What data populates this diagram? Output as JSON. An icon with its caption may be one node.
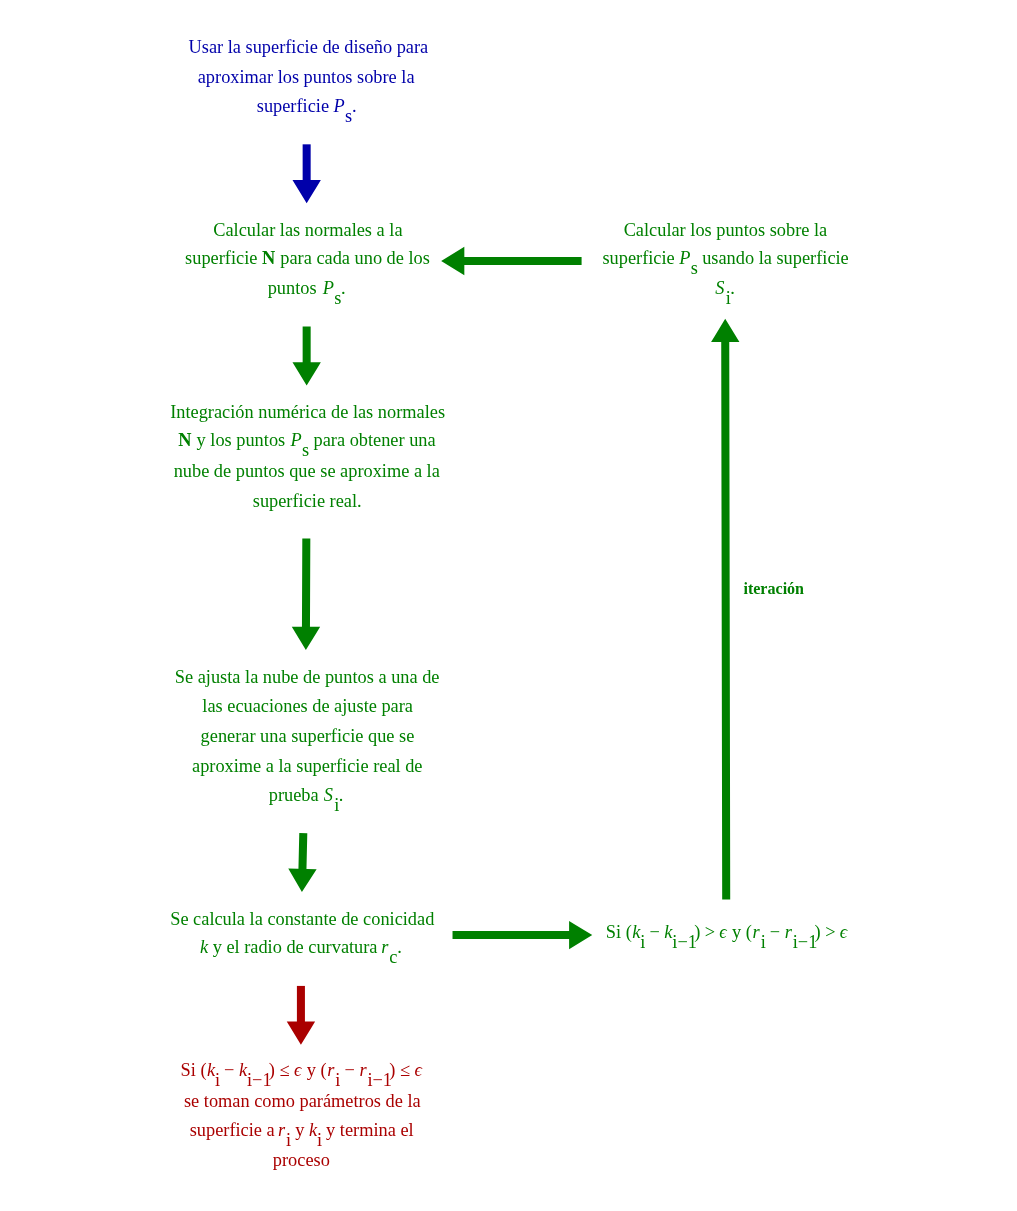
{
  "diagram": {
    "nodes": [
      {
        "text": [
          "Usar la superficie de diseño para aproximar los puntos sobre la superficie *P*$_{s}$."
        ]
      },
      {
        "text": [
          "Calcular las normales a la superficie **N** para cada uno de los puntos *P*$_{s}$."
        ]
      },
      {
        "text": [
          "Integración numérica de las normales **N** y los puntos *P*$_{s}$ para obtener una nube de puntos que se aproxime a la superficie real."
        ]
      },
      {
        "text": [
          "Se ajusta la nube de puntos a una de las ecuaciones de ajuste para generar una superficie que se aproxime a la superficie real de prueba *S*$_{i}$."
        ]
      },
      {
        "text": [
          "Se calcula la constante de conicidad *k* y el radio de curvatura *r*$_{c}$."
        ]
      },
      {
        "text": [
          "Si (*k*$_{i}$ − *k*$_{i−1}$) ≤ *ϵ* y (*r*$_{i}$ − *r*$_{i−1}$) ≤ *ϵ* se toman como parámetros de la superficie a *r*$_{i}$ y *k*$_{i}$ y termina el proceso"
        ]
      },
      {
        "text": [
          "Si (*k*$_{i}$ − *k*$_{i−1}$) > *ϵ* y (*r*$_{i}$ − *r*$_{i−1}$) > *ϵ*"
        ]
      },
      {
        "text": [
          "Calcular los puntos sobre la superficie *P*$_{s}$ usando la superficie *S*$_{i}$."
        ]
      }
    ],
    "edges": [
      {
        "from": 0,
        "to": 1,
        "arrow": "to",
        "color": "#0000aa"
      },
      {
        "from": 1,
        "to": 2,
        "arrow": "to"
      },
      {
        "from": 2,
        "to": 3,
        "arrow": "to"
      },
      {
        "from": 3,
        "to": 4,
        "arrow": "to"
      },
      {
        "from": 4,
        "to": 5,
        "arrow": "to",
        "color": "#aa0000"
      },
      {
        "from": 4,
        "to": 6,
        "arrow": "to"
      },
      {
        "from": 6,
        "to": 7,
        "arrow": "to",
        "label": "iteración"
      },
      {
        "from": 7,
        "to": 1,
        "arrow": "to"
      }
    ]
  }
}
